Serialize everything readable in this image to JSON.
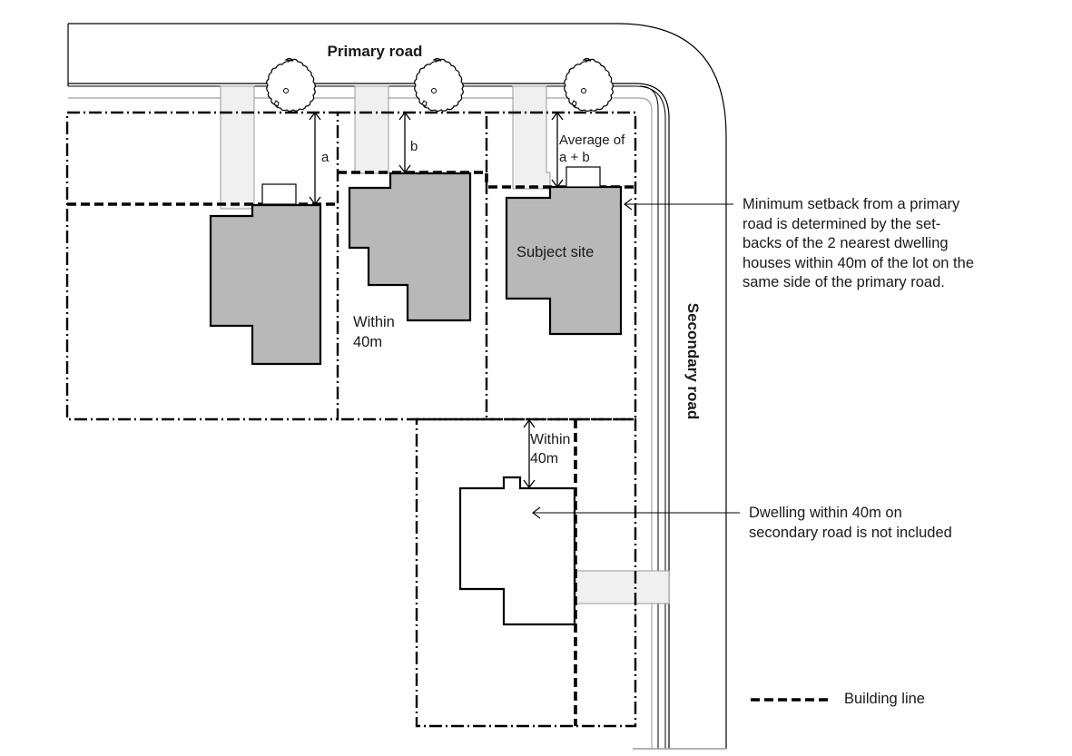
{
  "diagram": {
    "labels": {
      "primary_road": "Primary road",
      "secondary_road": "Secondary road",
      "dim_a": "a",
      "dim_b": "b",
      "average_line1": "Average of",
      "average_line2": "a + b",
      "subject_site": "Subject site",
      "within_40m_line1": "Within",
      "within_40m_line2": "40m",
      "within_40m_lower_line1": "Within",
      "within_40m_lower_line2": "40m"
    },
    "annotations": {
      "setback_note": "Minimum setback from a primary road is determined by the set-backs of the 2 nearest dwelling houses within 40m of the lot on the same side of the primary road.",
      "setback_note_lines": [
        "Minimum setback from a primary",
        "road is determined by the set-",
        "backs of the 2 nearest dwelling",
        "houses within 40m of the lot on the",
        "same side of the primary road."
      ],
      "secondary_note_lines": [
        "Dwelling within 40m on",
        "secondary road is not included"
      ]
    },
    "legend": {
      "building_line": "Building line"
    },
    "colors": {
      "dwelling_fill": "#b8b8b8",
      "driveway_fill": "#f0f0f0",
      "line": "#000000"
    }
  }
}
